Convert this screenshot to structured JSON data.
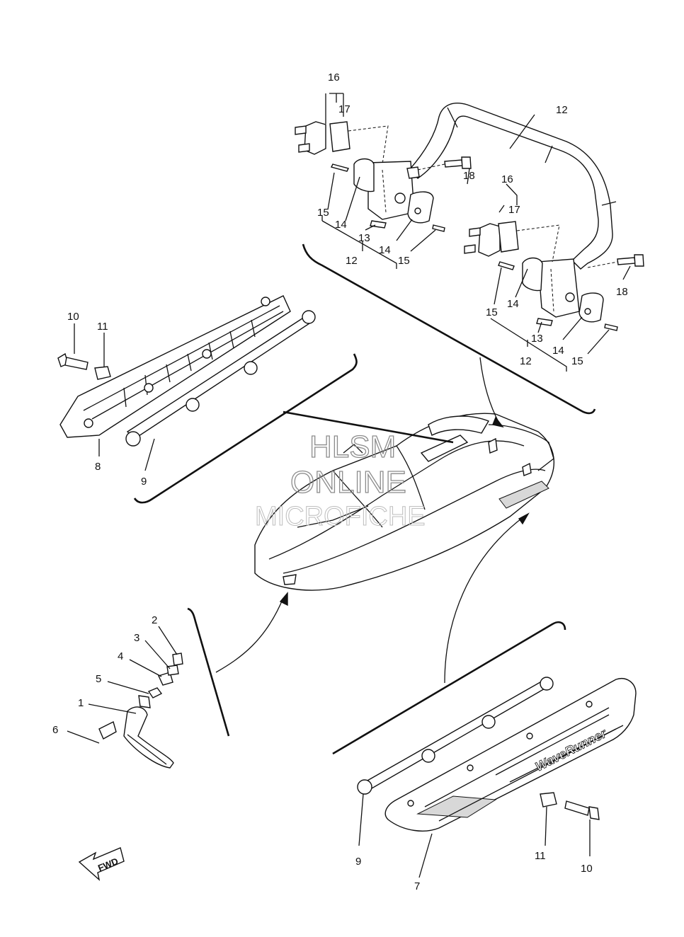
{
  "watermark": {
    "line1": "HLSM",
    "line2": "ONLINE",
    "line3": "MICROFICHE"
  },
  "fwd_label": "FWD",
  "decal_text": "WaveRunner",
  "callouts": {
    "c16a": "16",
    "c17a": "17",
    "c12a": "12",
    "c18a": "18",
    "c15a": "15",
    "c14a": "14",
    "c13a": "13",
    "c12b": "12",
    "c14b": "14",
    "c15b": "15",
    "c16b": "16",
    "c17b": "17",
    "c18b": "18",
    "c15c": "15",
    "c14c": "14",
    "c13b": "13",
    "c12c": "12",
    "c14d": "14",
    "c15d": "15",
    "c10a": "10",
    "c11a": "11",
    "c8": "8",
    "c9a": "9",
    "c2": "2",
    "c3": "3",
    "c4": "4",
    "c5": "5",
    "c1": "1",
    "c6": "6",
    "c9b": "9",
    "c11b": "11",
    "c10b": "10",
    "c7": "7"
  }
}
